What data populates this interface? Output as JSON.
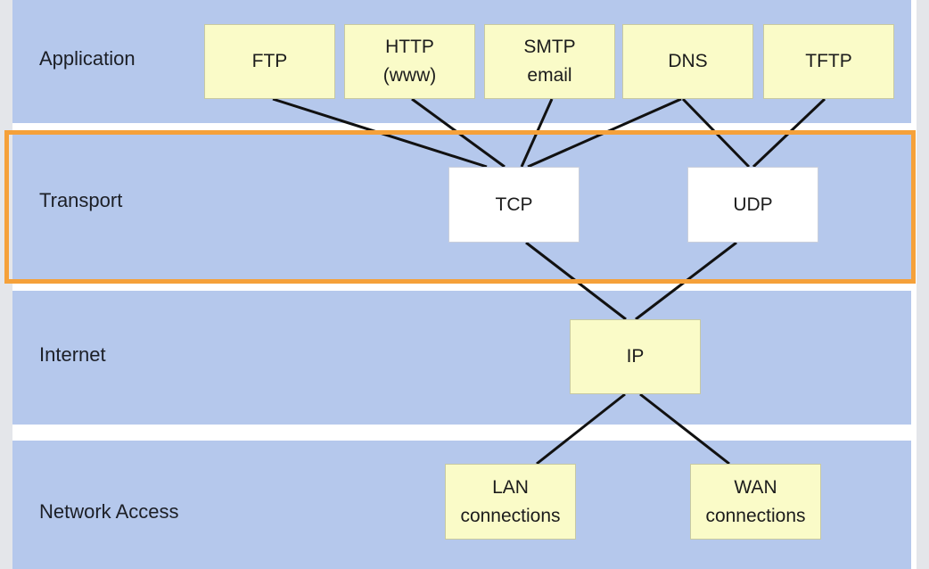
{
  "layers": {
    "application": "Application",
    "transport": "Transport",
    "internet": "Internet",
    "network_access": "Network Access"
  },
  "nodes": {
    "ftp": [
      "FTP"
    ],
    "http": [
      "HTTP",
      "(www)"
    ],
    "smtp": [
      "SMTP",
      "email"
    ],
    "dns": [
      "DNS"
    ],
    "tftp": [
      "TFTP"
    ],
    "tcp": [
      "TCP"
    ],
    "udp": [
      "UDP"
    ],
    "ip": [
      "IP"
    ],
    "lan": [
      "LAN",
      "connections"
    ],
    "wan": [
      "WAN",
      "connections"
    ]
  },
  "links": [
    [
      "ftp",
      "tcp"
    ],
    [
      "http",
      "tcp"
    ],
    [
      "smtp",
      "tcp"
    ],
    [
      "dns",
      "tcp"
    ],
    [
      "dns",
      "udp"
    ],
    [
      "tftp",
      "udp"
    ],
    [
      "tcp",
      "ip"
    ],
    [
      "udp",
      "ip"
    ],
    [
      "ip",
      "lan"
    ],
    [
      "ip",
      "wan"
    ]
  ],
  "colors": {
    "band": "#b5c8ec",
    "highlight": "#f5a13a",
    "node_fill": "#fafbc8",
    "transport_node_fill": "#ffffff",
    "line": "#111111"
  }
}
